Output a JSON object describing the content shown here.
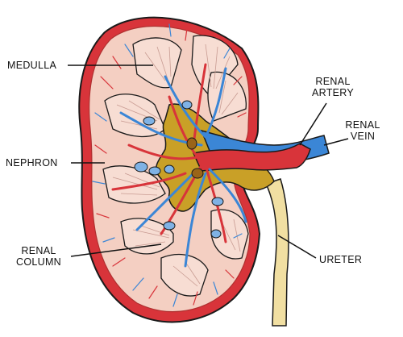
{
  "labels": {
    "medulla": "MEDULLA",
    "nephron": "NEPHRON",
    "renal_column": "RENAL\nCOLUMN",
    "renal_artery": "RENAL\nARTERY",
    "renal_vein": "RENAL\nVEIN",
    "ureter": "URETER"
  },
  "colors": {
    "capsule_red": "#d8343a",
    "cortex_pink": "#f4cfc2",
    "medulla_fill": "#f7ddd3",
    "artery_red": "#d8343a",
    "vein_blue": "#3b86d6",
    "pelvis_gold": "#c9a027",
    "ureter_tan": "#f1dfa2",
    "outline": "#1a1a1a"
  }
}
